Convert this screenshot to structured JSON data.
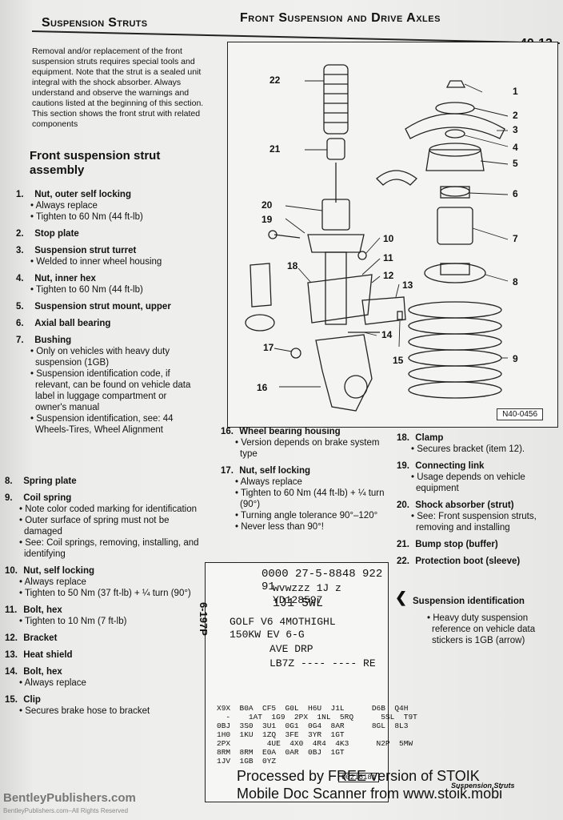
{
  "header": {
    "chapter": "Front Suspension and Drive Axles",
    "page": "40-13",
    "section": "Suspension Struts"
  },
  "intro": "Removal and/or replacement of the front suspension struts requires special tools and equipment. Note that the strut is a sealed unit integral with the shock absorber. Always understand and observe the warnings and cautions listed at the beginning of this section. This section shows the front strut with related components",
  "assembly_title": "Front suspension strut assembly",
  "left_items": [
    {
      "num": "1.",
      "title": "Nut, outer self locking",
      "notes": [
        "Always replace",
        "Tighten to 60 Nm (44 ft-lb)"
      ]
    },
    {
      "num": "2.",
      "title": "Stop plate",
      "notes": []
    },
    {
      "num": "3.",
      "title": "Suspension strut turret",
      "notes": [
        "Welded to inner wheel housing"
      ]
    },
    {
      "num": "4.",
      "title": "Nut, inner hex",
      "notes": [
        "Tighten to 60 Nm (44 ft-lb)"
      ]
    },
    {
      "num": "5.",
      "title": "Suspension strut mount, upper",
      "notes": []
    },
    {
      "num": "6.",
      "title": "Axial ball bearing",
      "notes": []
    },
    {
      "num": "7.",
      "title": "Bushing",
      "notes": [
        "Only on vehicles with heavy duty suspension (1GB)",
        "Suspension identification code, if relevant, can be found on vehicle data label in luggage compartment or owner's manual",
        "Suspension identification, see: 44 Wheels-Tires, Wheel Alignment"
      ]
    }
  ],
  "left_items2": [
    {
      "num": "8.",
      "title": "Spring plate",
      "notes": []
    },
    {
      "num": "9.",
      "title": "Coil spring",
      "notes": [
        "Note color coded marking for identification",
        "Outer surface of spring must not be damaged",
        "See: Coil springs, removing, installing, and identifying"
      ]
    },
    {
      "num": "10.",
      "title": "Nut, self locking",
      "notes": [
        "Always replace",
        "Tighten to 50 Nm (37 ft-lb) + ¼ turn (90°)"
      ]
    },
    {
      "num": "11.",
      "title": "Bolt, hex",
      "notes": [
        "Tighten to 10 Nm (7 ft-lb)"
      ]
    },
    {
      "num": "12.",
      "title": "Bracket",
      "notes": []
    },
    {
      "num": "13.",
      "title": "Heat shield",
      "notes": []
    },
    {
      "num": "14.",
      "title": "Bolt, hex",
      "notes": [
        "Always replace"
      ]
    },
    {
      "num": "15.",
      "title": "Clip",
      "notes": [
        "Secures brake hose to bracket"
      ]
    }
  ],
  "mid_items": [
    {
      "num": "16.",
      "title": "Wheel bearing housing",
      "notes": [
        "Version depends on brake system type"
      ]
    },
    {
      "num": "17.",
      "title": "Nut, self locking",
      "notes": [
        "Always replace",
        "Tighten to 60 Nm (44 ft-lb) + ¼ turn (90°)",
        "Turning angle tolerance 90°–120°",
        "Never less than 90°!"
      ]
    }
  ],
  "right_items": [
    {
      "num": "18.",
      "title": "Clamp",
      "notes": [
        "Secures bracket (item 12)."
      ]
    },
    {
      "num": "19.",
      "title": "Connecting link",
      "notes": [
        "Usage depends on vehicle equipment"
      ]
    },
    {
      "num": "20.",
      "title": "Shock absorber (strut)",
      "notes": [
        "See: Front suspension struts, removing and installing"
      ]
    },
    {
      "num": "21.",
      "title": "Bump stop (buffer)",
      "notes": []
    },
    {
      "num": "22.",
      "title": "Protection boot (sleeve)",
      "notes": []
    }
  ],
  "susp_id": {
    "title": "Suspension identification",
    "note": "Heavy duty suspension reference on vehicle data stickers is 1GB (arrow)"
  },
  "diagram": {
    "code": "N40-0456",
    "callouts": [
      "1",
      "2",
      "3",
      "4",
      "5",
      "6",
      "7",
      "8",
      "9",
      "10",
      "11",
      "12",
      "13",
      "14",
      "15",
      "16",
      "17",
      "18",
      "19",
      "20",
      "21",
      "22"
    ]
  },
  "data_label": {
    "line1": "0000 27-5-8848 922 91",
    "line2": "wvwzzz 1J z YD128597",
    "line3": "1J1    5WL",
    "line4": "GOLF V6 4MOTHIGHL",
    "line5": "150KW EV   6-G",
    "line6": "AVE        DRP",
    "line7": "LB7Z  ---- ----  RE",
    "side": "6-197P",
    "codes": "X9X  B0A  CF5  G0L  H6U  J1L      D6B  Q4H\n  -    1AT  1G9  2PX  1NL  5RQ      5SL  T9T\n0BJ  3S0  3U1  0G1  0G4  8AR      8GL  8L3\n1H0  1KU  1ZQ  3FE  3YR  1GT\n2PX        4UE  4X0  4R4  4K3      N2P  5MW\n8RM  8RM  E0A  0AR  0BJ  1GT\n1JV  1GB  0YZ",
    "tag": "00216181"
  },
  "footer": {
    "brand": "BentleyPublishers.com",
    "rights": "BentleyPublishers.com–All Rights Reserved",
    "stamp": "Suspension Struts"
  },
  "watermark": {
    "line1": "Processed by FREE version of STOIK",
    "line2": "Mobile Doc Scanner from www.stoik.mobi"
  }
}
